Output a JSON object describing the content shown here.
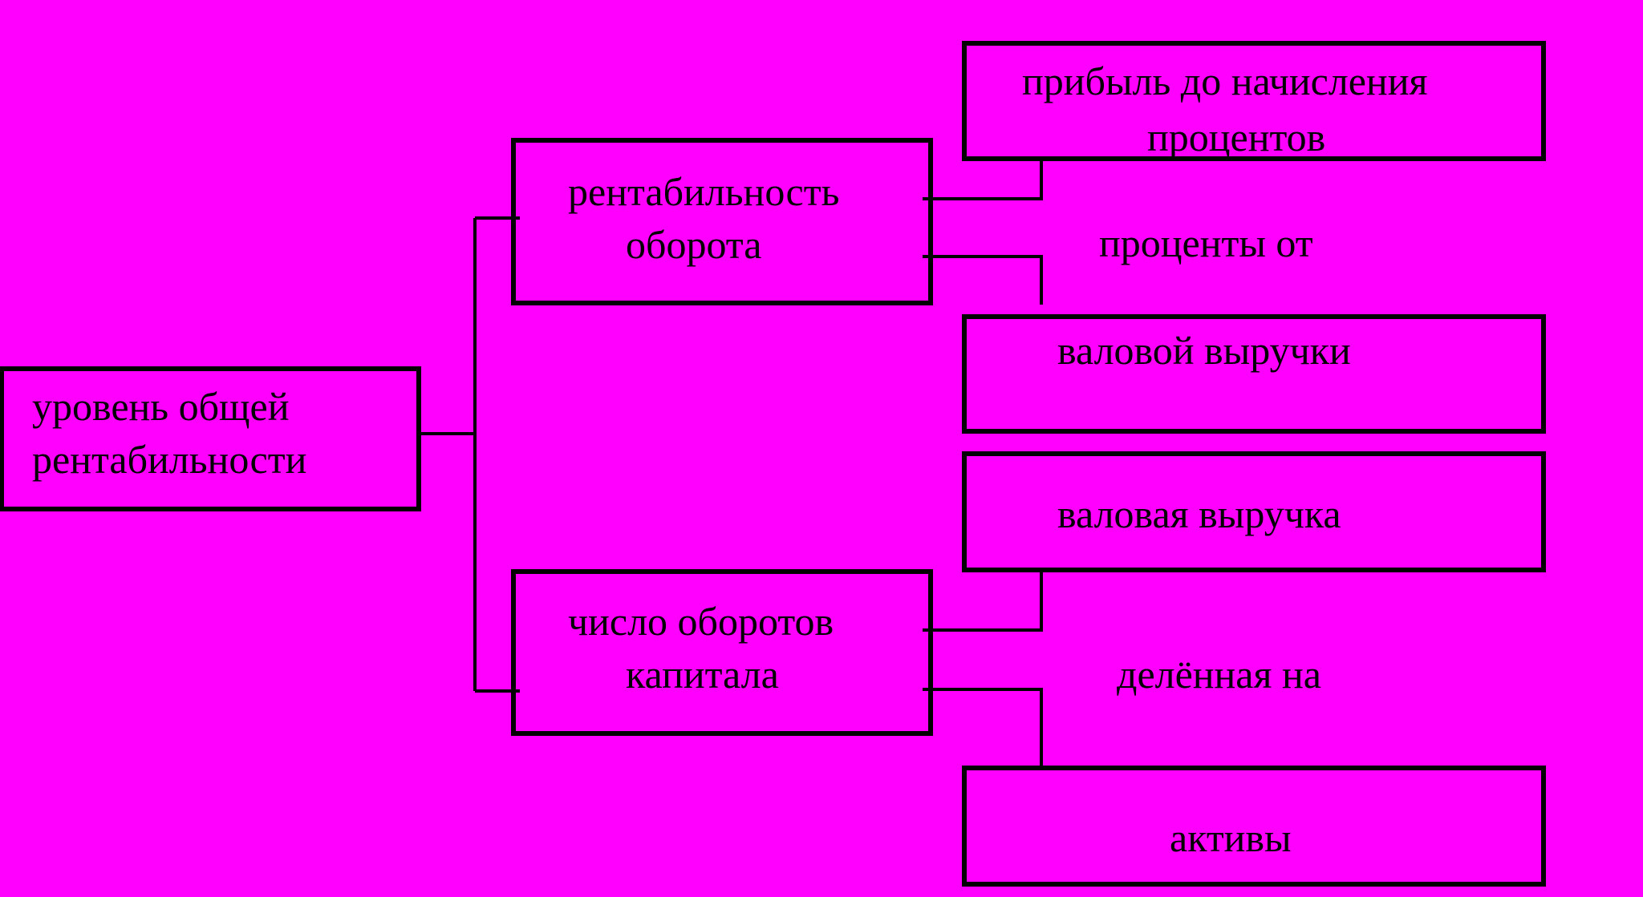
{
  "colors": {
    "background": "#ff00ff",
    "stroke": "#000000",
    "text": "#000000"
  },
  "nodes": {
    "root": {
      "line1": "уровень общей",
      "line2": "рентабильности"
    },
    "turnover_profitability": {
      "line1": "рентабильность",
      "line2": "оборота"
    },
    "capital_turnover": {
      "line1": "число оборотов",
      "line2": "капитала"
    },
    "profit_before_interest": {
      "line1": "прибыль до начисления",
      "line2": "процентов"
    },
    "gross_revenue_box": {
      "text": "валовой выручки"
    },
    "gross_revenue": {
      "text": "валовая выручка"
    },
    "assets": {
      "text": "активы"
    }
  },
  "labels": {
    "percent_of": "проценты от",
    "divided_by": "делённая на"
  }
}
